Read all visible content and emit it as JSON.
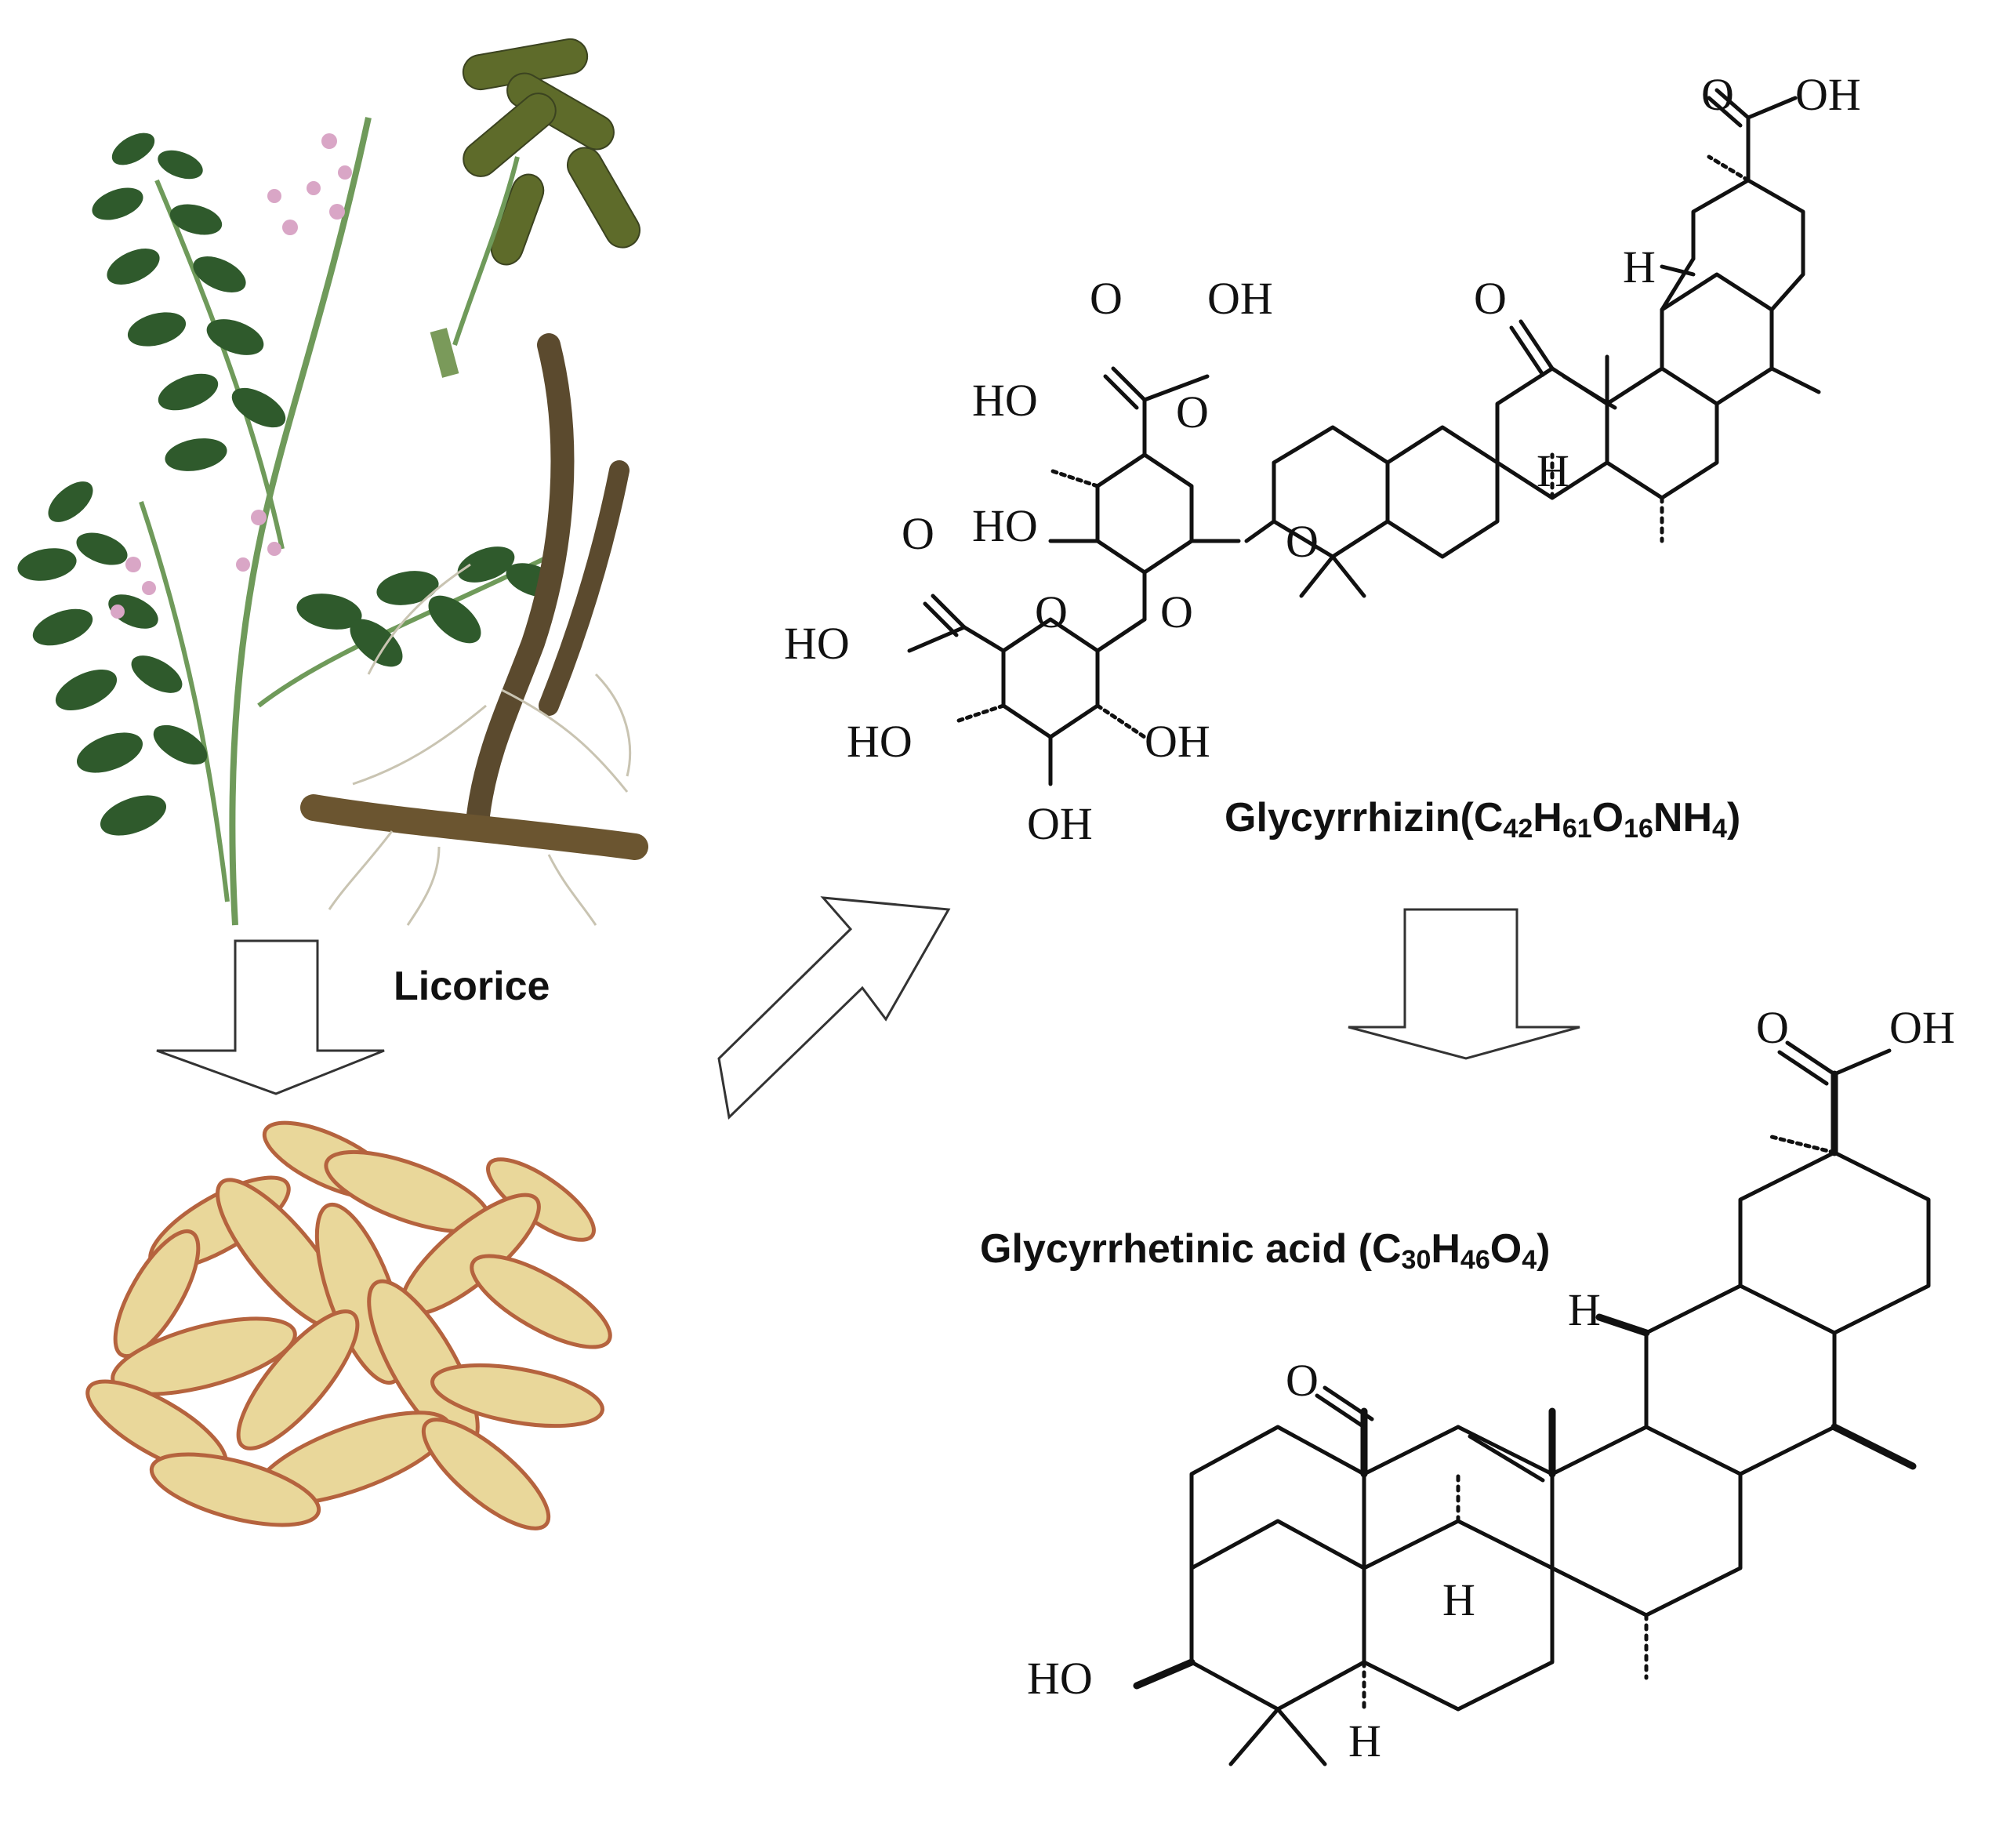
{
  "labels": {
    "licorice": "Licorice",
    "glycyrrhizin_name": "Glycyrrhizin(C",
    "glycyrrhizin_sub1": "42",
    "glycyrrhizin_h": "H",
    "glycyrrhizin_sub2": "61",
    "glycyrrhizin_o": "O",
    "glycyrrhizin_sub3": "16",
    "glycyrrhizin_nh": "NH",
    "glycyrrhizin_sub4": "4",
    "glycyrrhizin_close": ")",
    "ga_name": "Glycyrrhetinic acid (C",
    "ga_sub1": "30",
    "ga_h": "H",
    "ga_sub2": "46",
    "ga_o": "O",
    "ga_sub3": "4",
    "ga_close": ")"
  },
  "atoms": {
    "o": "O",
    "oh": "OH",
    "ho": "HO",
    "h": "H"
  },
  "colors": {
    "leaf": "#2f5a2c",
    "stem": "#6f9a5a",
    "flower": "#d9a6c6",
    "pod": "#5e6b2a",
    "root": "#5b4a2e",
    "slice": "#e9d79a",
    "slice_edge": "#b5633e"
  }
}
